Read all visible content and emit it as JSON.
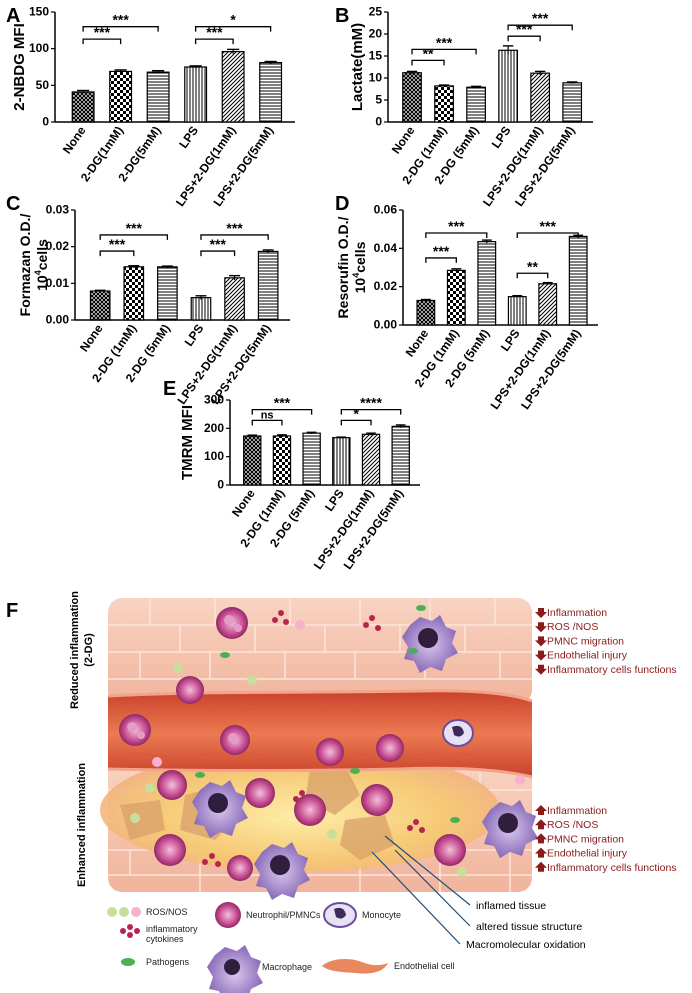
{
  "chart_data": [
    {
      "panel": "A",
      "type": "bar",
      "ylabel": "2-NBDG MFI",
      "ylim": [
        0,
        150
      ],
      "yticks": [
        0,
        50,
        100,
        150
      ],
      "categories": [
        "None",
        "2-DG(1mM)",
        "2-DG(5mM)",
        "LPS",
        "LPS+2-DG(1mM)",
        "LPS+2-DG(5mM)"
      ],
      "values": [
        41,
        69,
        68,
        75,
        96,
        81
      ],
      "errors": [
        2,
        2,
        2,
        1.5,
        3,
        1.5
      ],
      "patterns": [
        "cross",
        "check",
        "hline",
        "vline",
        "diag",
        "hline"
      ],
      "brackets": [
        {
          "from": 0,
          "to": 1,
          "level": 113,
          "label": "***"
        },
        {
          "from": 0,
          "to": 2,
          "level": 130,
          "label": "***"
        },
        {
          "from": 3,
          "to": 4,
          "level": 113,
          "label": "***"
        },
        {
          "from": 3,
          "to": 5,
          "level": 130,
          "label": "*"
        }
      ]
    },
    {
      "panel": "B",
      "type": "bar",
      "ylabel": "Lactate(mM)",
      "ylim": [
        0,
        25
      ],
      "yticks": [
        0,
        5,
        10,
        15,
        20,
        25
      ],
      "categories": [
        "None",
        "2-DG (1mM)",
        "2-DG (5mM)",
        "LPS",
        "LPS+2-DG(1mM)",
        "LPS+2-DG(5mM)"
      ],
      "values": [
        11.2,
        8.2,
        7.9,
        16.3,
        11.1,
        8.9
      ],
      "errors": [
        0.3,
        0.2,
        0.2,
        1.0,
        0.4,
        0.2
      ],
      "patterns": [
        "cross",
        "check",
        "hline",
        "vline",
        "diag",
        "hline"
      ],
      "brackets": [
        {
          "from": 0,
          "to": 1,
          "level": 14,
          "label": "**"
        },
        {
          "from": 0,
          "to": 2,
          "level": 16.5,
          "label": "***"
        },
        {
          "from": 3,
          "to": 4,
          "level": 19.5,
          "label": "***"
        },
        {
          "from": 3,
          "to": 5,
          "level": 22,
          "label": "***"
        }
      ]
    },
    {
      "panel": "C",
      "type": "bar",
      "ylabel_line1": "Formazan O.D./",
      "ylabel_line2": "10",
      "ylabel_sup": "4",
      "ylabel_tail": "cells",
      "ylim": [
        0,
        0.03
      ],
      "yticks": [
        0.0,
        0.01,
        0.02,
        0.03
      ],
      "ytick_labels": [
        "0.00",
        "0.01",
        "0.02",
        "0.03"
      ],
      "categories": [
        "None",
        "2-DG (1mM)",
        "2-DG (5mM)",
        "LPS",
        "LPS+2-DG(1mM)",
        "LPS+2-DG(5mM)"
      ],
      "values": [
        0.0079,
        0.0145,
        0.0145,
        0.0061,
        0.0115,
        0.0187
      ],
      "errors": [
        0.0002,
        0.0003,
        0.0002,
        0.0005,
        0.0006,
        0.0004
      ],
      "patterns": [
        "cross",
        "check",
        "hline",
        "vline",
        "diag",
        "hline"
      ],
      "brackets": [
        {
          "from": 0,
          "to": 1,
          "level": 0.0188,
          "label": "***"
        },
        {
          "from": 0,
          "to": 2,
          "level": 0.0232,
          "label": "***"
        },
        {
          "from": 3,
          "to": 4,
          "level": 0.0188,
          "label": "***"
        },
        {
          "from": 3,
          "to": 5,
          "level": 0.0232,
          "label": "***"
        }
      ]
    },
    {
      "panel": "D",
      "type": "bar",
      "ylabel_line1": "Resorufin O.D./",
      "ylabel_line2": "10",
      "ylabel_sup": "4",
      "ylabel_tail": "cells",
      "ylim": [
        0,
        0.06
      ],
      "yticks": [
        0.0,
        0.02,
        0.04,
        0.06
      ],
      "ytick_labels": [
        "0.00",
        "0.02",
        "0.04",
        "0.06"
      ],
      "categories": [
        "None",
        "2-DG (1mM)",
        "2-DG (5mM)",
        "LPS",
        "LPS+2-DG(1mM)",
        "LPS+2-DG(5mM)"
      ],
      "values": [
        0.0128,
        0.0285,
        0.0435,
        0.0148,
        0.0215,
        0.0462
      ],
      "errors": [
        0.0005,
        0.0008,
        0.0008,
        0.0005,
        0.0006,
        0.0006
      ],
      "patterns": [
        "cross",
        "check",
        "hline",
        "vline",
        "diag",
        "hline"
      ],
      "brackets": [
        {
          "from": 0,
          "to": 1,
          "level": 0.035,
          "label": "***"
        },
        {
          "from": 0,
          "to": 2,
          "level": 0.048,
          "label": "***"
        },
        {
          "from": 3,
          "to": 4,
          "level": 0.027,
          "label": "**"
        },
        {
          "from": 3,
          "to": 5,
          "level": 0.048,
          "label": "***"
        }
      ]
    },
    {
      "panel": "E",
      "type": "bar",
      "ylabel": "TMRM MFI",
      "ylim": [
        0,
        300
      ],
      "yticks": [
        0,
        100,
        200,
        300
      ],
      "categories": [
        "None",
        "2-DG (1mM)",
        "2-DG (5mM)",
        "LPS",
        "LPS+2-DG(1mM)",
        "LPS+2-DG(5mM)"
      ],
      "values": [
        173,
        173,
        183,
        167,
        179,
        207
      ],
      "errors": [
        3,
        4,
        3,
        2,
        4,
        5
      ],
      "patterns": [
        "cross",
        "check",
        "hline",
        "vline",
        "diag",
        "hline"
      ],
      "brackets": [
        {
          "from": 0,
          "to": 1,
          "level": 228,
          "label": "ns"
        },
        {
          "from": 0,
          "to": 2,
          "level": 266,
          "label": "***"
        },
        {
          "from": 3,
          "to": 4,
          "level": 228,
          "label": "*"
        },
        {
          "from": 3,
          "to": 5,
          "level": 266,
          "label": "****"
        }
      ]
    }
  ],
  "schematic": {
    "panel": "F",
    "side_label_top": "Reduced inflammation\n(2-DG)",
    "side_label_bottom": "Enhanced inflammation",
    "reduced_effects": [
      "Inflammation",
      "ROS /NOS",
      "PMNC migration",
      "Endothelial injury",
      "Inflammatory cells  functions"
    ],
    "enhanced_effects": [
      "Inflammation",
      "ROS /NOS",
      "PMNC migration",
      "Endothelial injury",
      "Inflammatory cells  functions"
    ],
    "callouts": [
      "inflamed tissue",
      "altered tissue structure",
      "Macromolecular oxidation"
    ],
    "legend": {
      "ros_label": "ROS/NOS",
      "cytokines_label": "inflammatory\ncytokines",
      "pathogens_label": "Pathogens",
      "neutrophil_label": "Neutrophil/PMNCs",
      "macrophage_label": "Macrophage",
      "monocyte_label": "Monocyte",
      "endothelial_label": "Endothelial cell"
    },
    "colors": {
      "tissue": "#f7c9b6",
      "vessel": "#e2553a",
      "inflamed": "#f3d27a",
      "arrow_down": "#8b1a1a",
      "arrow_up": "#8b1a1a",
      "neutrophil": "#a8357a",
      "monocyte": "#6e4b9e"
    }
  },
  "labels": {
    "A": "A",
    "B": "B",
    "C": "C",
    "D": "D",
    "E": "E",
    "F": "F"
  }
}
